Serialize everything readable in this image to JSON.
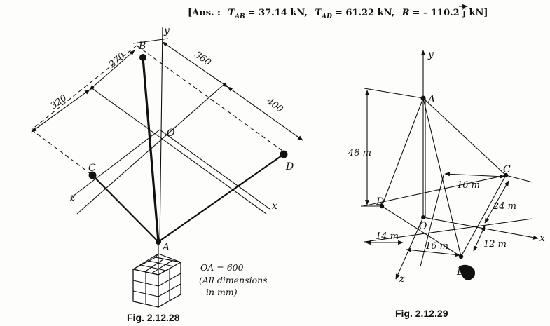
{
  "answer": {
    "open": "[Ans. :",
    "tab": "T",
    "tab_sub": "AB",
    "tab_val": "= 37.14 kN,",
    "tad": "T",
    "tad_sub": "AD",
    "tad_val": "= 61.22 kN,",
    "r": "R",
    "r_val": "= – 110.2 ĵ kN]"
  },
  "fig28": {
    "caption": "Fig. 2.12.28",
    "point_labels": {
      "a": "A",
      "b": "B",
      "c": "C",
      "d": "D",
      "o": "O"
    },
    "axis_labels": {
      "x": "x",
      "y": "y",
      "z": "z"
    },
    "dims": {
      "d270": "270",
      "d320": "320",
      "d360": "360",
      "d400": "400"
    },
    "note_line1": "OA = 600",
    "note_line2": "(All dimensions",
    "note_line3": "in mm)"
  },
  "fig29": {
    "caption": "Fig. 2.12.29",
    "point_labels": {
      "a": "A",
      "b": "B",
      "c": "C",
      "d": "D",
      "o": "O"
    },
    "axis_labels": {
      "x": "x",
      "y": "y",
      "z": "z"
    },
    "dims": {
      "h48": "48 m",
      "d16c": "16 m",
      "d24": "24 m",
      "d12": "12 m",
      "d14": "14 m",
      "d16b": "16 m"
    }
  }
}
